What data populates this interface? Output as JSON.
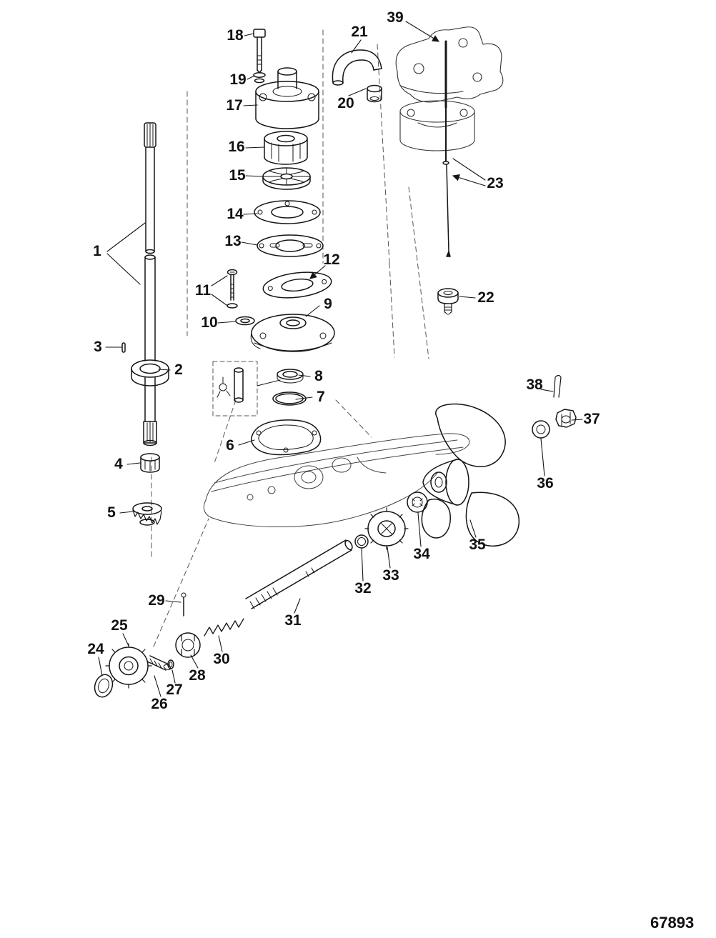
{
  "figure": {
    "drawing_number": "67893"
  },
  "callouts": [
    {
      "label": "1"
    },
    {
      "label": "2"
    },
    {
      "label": "3"
    },
    {
      "label": "4"
    },
    {
      "label": "5"
    },
    {
      "label": "6"
    },
    {
      "label": "7"
    },
    {
      "label": "8"
    },
    {
      "label": "9"
    },
    {
      "label": "10"
    },
    {
      "label": "11"
    },
    {
      "label": "12"
    },
    {
      "label": "13"
    },
    {
      "label": "14"
    },
    {
      "label": "15"
    },
    {
      "label": "16"
    },
    {
      "label": "17"
    },
    {
      "label": "18"
    },
    {
      "label": "19"
    },
    {
      "label": "20"
    },
    {
      "label": "21"
    },
    {
      "label": "22"
    },
    {
      "label": "23"
    },
    {
      "label": "24"
    },
    {
      "label": "25"
    },
    {
      "label": "26"
    },
    {
      "label": "27"
    },
    {
      "label": "28"
    },
    {
      "label": "29"
    },
    {
      "label": "30"
    },
    {
      "label": "31"
    },
    {
      "label": "32"
    },
    {
      "label": "33"
    },
    {
      "label": "34"
    },
    {
      "label": "35"
    },
    {
      "label": "36"
    },
    {
      "label": "37"
    },
    {
      "label": "38"
    },
    {
      "label": "39"
    }
  ]
}
